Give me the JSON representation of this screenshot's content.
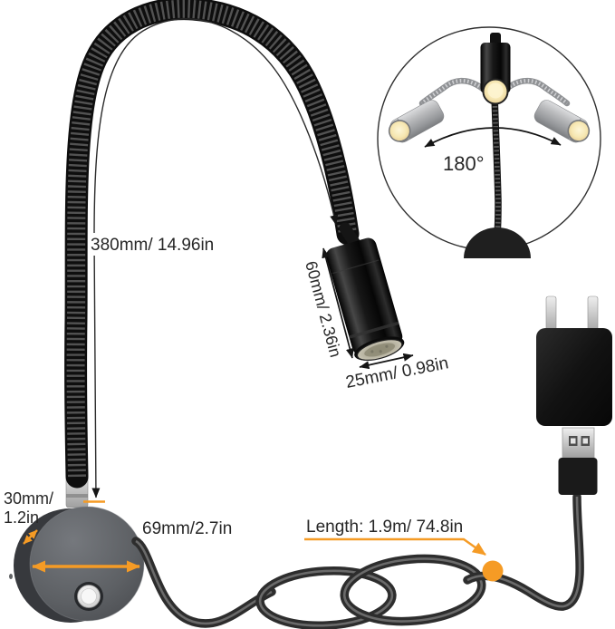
{
  "title": "Gooseneck reading lamp dimension diagram",
  "labels": {
    "gooseneck_length": "380mm/ 14.96in",
    "head_length": "60mm/ 2.36in",
    "head_diameter": "25mm/ 0.98in",
    "rotation": "180°",
    "base_depth_line1": "30mm/",
    "base_depth_line2": "1.2in",
    "base_diameter": "69mm/2.7in",
    "cable_length": "Length: 1.9m/ 74.8in"
  },
  "colors": {
    "accent_orange": "#F59B25",
    "ink": "#272727",
    "lamp_black": "#141414",
    "metal_gray": "#B9BABC",
    "background": "#FFFFFF"
  }
}
